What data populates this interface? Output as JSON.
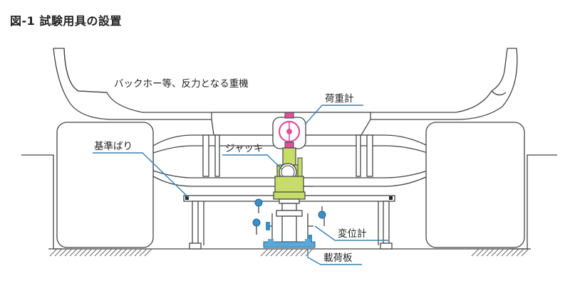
{
  "figure": {
    "title": "図-1 試験用具の設置"
  },
  "labels": {
    "reaction_machine": "バックホー等、反力となる重機",
    "load_cell": "荷重計",
    "jack": "ジャッキ",
    "reference_beam": "基準ばり",
    "displacement_gauge": "変位計",
    "loading_plate": "載荷板"
  },
  "colors": {
    "line": "#444444",
    "load_cell": "#e0509a",
    "jack_body": "#c8dc6a",
    "dial_gauge": "#3a8fc4",
    "loading_plate": "#5aa8d8",
    "leader": "#3a7fb4"
  }
}
